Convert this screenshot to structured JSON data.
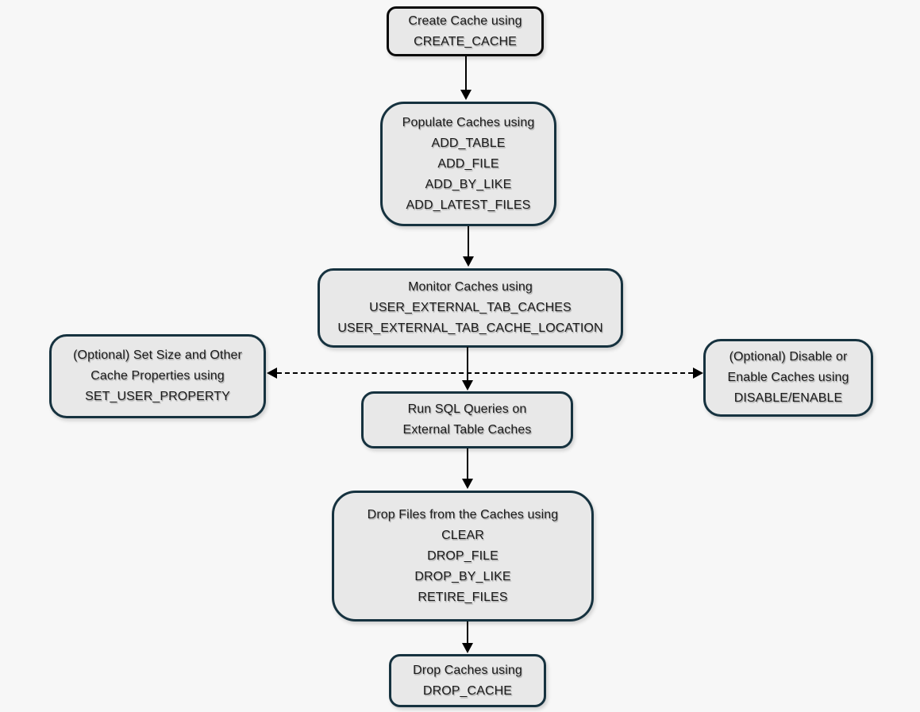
{
  "colors": {
    "background": "#F7F7F7",
    "node_fill": "#E8E8E8",
    "node_border": "#16323F",
    "start_node_border": "#0A0A0A",
    "arrow": "#000000"
  },
  "nodes": [
    {
      "id": "create-cache",
      "lines": [
        "Create Cache using",
        "CREATE_CACHE"
      ]
    },
    {
      "id": "populate-caches",
      "lines": [
        "Populate Caches using",
        "ADD_TABLE",
        "ADD_FILE",
        "ADD_BY_LIKE",
        "ADD_LATEST_FILES"
      ]
    },
    {
      "id": "monitor-caches",
      "lines": [
        "Monitor Caches using",
        "USER_EXTERNAL_TAB_CACHES",
        "USER_EXTERNAL_TAB_CACHE_LOCATION"
      ]
    },
    {
      "id": "set-properties",
      "lines": [
        "(Optional) Set Size and Other",
        "Cache Properties using",
        "SET_USER_PROPERTY"
      ]
    },
    {
      "id": "disable-enable",
      "lines": [
        "(Optional) Disable or",
        "Enable Caches using",
        "DISABLE/ENABLE"
      ]
    },
    {
      "id": "run-sql-queries",
      "lines": [
        "Run SQL Queries on",
        "External Table Caches"
      ]
    },
    {
      "id": "drop-files",
      "lines": [
        "Drop Files from the Caches using",
        "CLEAR",
        "DROP_FILE",
        "DROP_BY_LIKE",
        "RETIRE_FILES"
      ]
    },
    {
      "id": "drop-caches",
      "lines": [
        "Drop Caches using",
        "DROP_CACHE"
      ]
    }
  ]
}
